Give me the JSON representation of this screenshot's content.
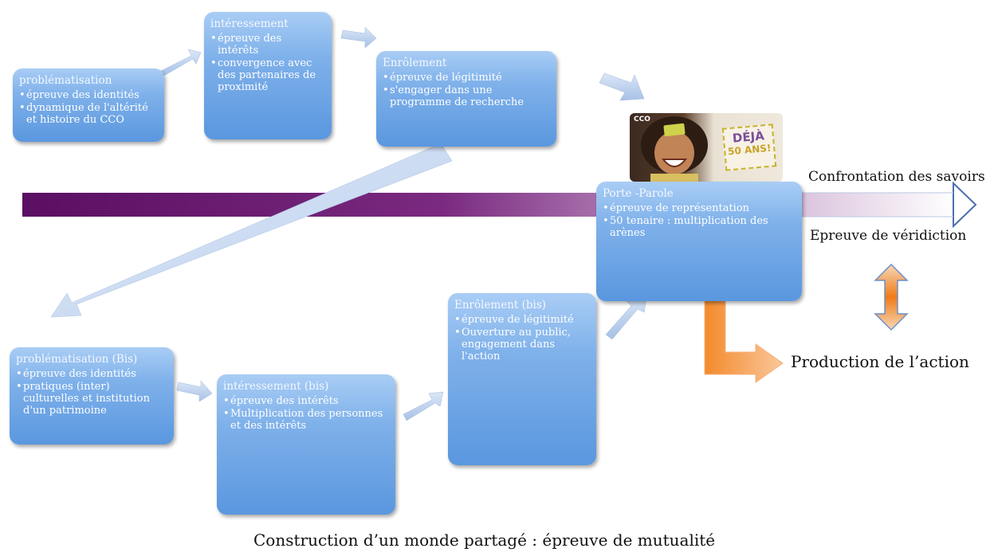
{
  "nodes": {
    "problematisation": {
      "title": "problématisation",
      "items": [
        "épreuve des identités",
        "dynamique de l'altérité et histoire du CCO"
      ]
    },
    "interessement": {
      "title": "intéressement",
      "items": [
        "épreuve des intérêts",
        "convergence avec des partenaires de proximité"
      ]
    },
    "enrolement": {
      "title": "Enrôlement",
      "items": [
        "épreuve  de légitimité",
        "s'engager dans une  programme de  recherche"
      ]
    },
    "porte_parole": {
      "title": "Porte -Parole",
      "items": [
        "épreuve  de représentation",
        "50 tenaire : multiplication des arènes"
      ]
    },
    "problematisation_bis": {
      "title": "problématisation (Bis)",
      "items": [
        "épreuve des identités",
        "pratiques (inter) culturelles et institution d'un patrimoine"
      ]
    },
    "interessement_bis": {
      "title": "intéressement (bis)",
      "items": [
        "épreuve des intérêts",
        "Multiplication des personnes et des intérêts"
      ]
    },
    "enrolement_bis": {
      "title": "Enrôlement (bis)",
      "items": [
        "épreuve  de légitimité",
        "Ouverture au public, engagement dans l'action"
      ]
    }
  },
  "labels": {
    "confrontation": "Confrontation des savoirs",
    "veridiction": "Epreuve de véridiction",
    "production": "Production de l’action",
    "footer": "Construction d’un monde partagé : épreuve de mutualité"
  },
  "photo": {
    "logo": "CCO",
    "badge_line1": "DÉJÀ",
    "badge_line2": "50 ANS!"
  },
  "colors": {
    "timeline": "#6b1f73",
    "box": "#6fa6e6",
    "orange": "#f08a2c"
  }
}
